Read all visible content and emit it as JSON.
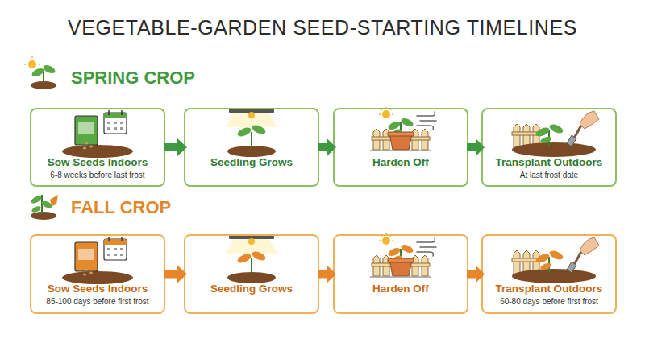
{
  "diagram": {
    "title": "VEGETABLE-GARDEN SEED-STARTING TIMELINES",
    "nodes": [
      {
        "text": [
          "Sow Seeds Indoors",
          "6-8 weeks before last frost"
        ]
      },
      {
        "text": [
          "Seedling Grows"
        ]
      },
      {
        "text": [
          "Harden Off"
        ]
      },
      {
        "text": [
          "Transplant Outdoors",
          "At last frost date"
        ]
      },
      {
        "text": [
          "Sow Seeds Indoors",
          "85-100 days before first frost"
        ]
      },
      {
        "text": [
          "Seedling Grows"
        ]
      },
      {
        "text": [
          "Harden Off"
        ]
      },
      {
        "text": [
          "Transplant Outdoors",
          "60-80 days before first frost"
        ]
      }
    ],
    "edges": [
      {
        "from": 0,
        "to": 1,
        "arrow": "to"
      },
      {
        "from": 1,
        "to": 2,
        "arrow": "to"
      },
      {
        "from": 2,
        "to": 3,
        "arrow": "to"
      },
      {
        "from": 4,
        "to": 5,
        "arrow": "to"
      },
      {
        "from": 5,
        "to": 6,
        "arrow": "to"
      },
      {
        "from": 6,
        "to": 7,
        "arrow": "to"
      }
    ],
    "labels": [
      "SPRING CROP",
      "FALL CROP"
    ]
  }
}
